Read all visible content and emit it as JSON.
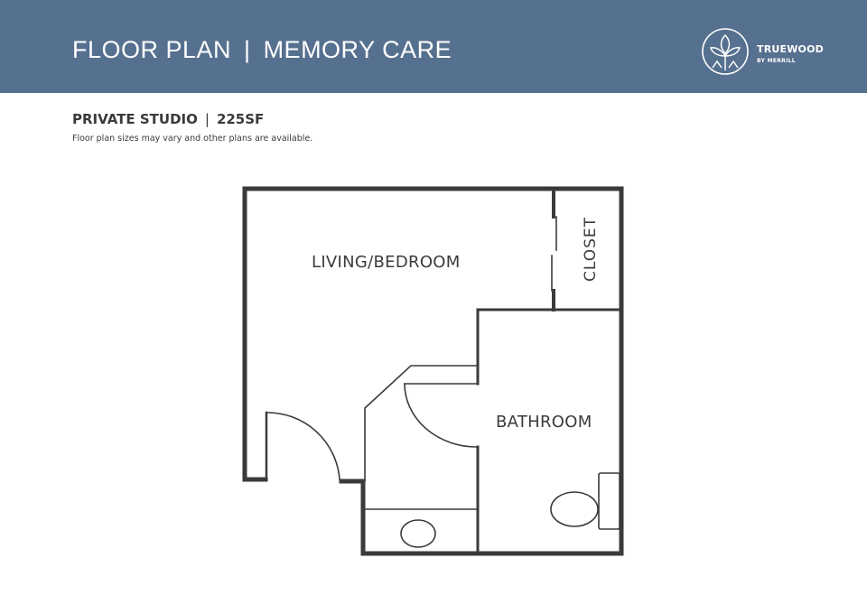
{
  "header": {
    "title_left": "FLOOR PLAN",
    "title_separator": "|",
    "title_right": "MEMORY CARE",
    "background_color": "#56708f"
  },
  "logo": {
    "icon": "leaf-circle-icon",
    "brand_name": "TRUEWOOD",
    "brand_sub": "BY MERRILL"
  },
  "unit": {
    "name": "PRIVATE STUDIO",
    "separator": "|",
    "size": "225SF",
    "note": "Floor plan sizes may vary and other plans are available."
  },
  "floor_plan": {
    "rooms": {
      "living": "LIVING/BEDROOM",
      "closet": "CLOSET",
      "bathroom": "BATHROOM"
    },
    "wall_color": "#3a3a3c"
  }
}
